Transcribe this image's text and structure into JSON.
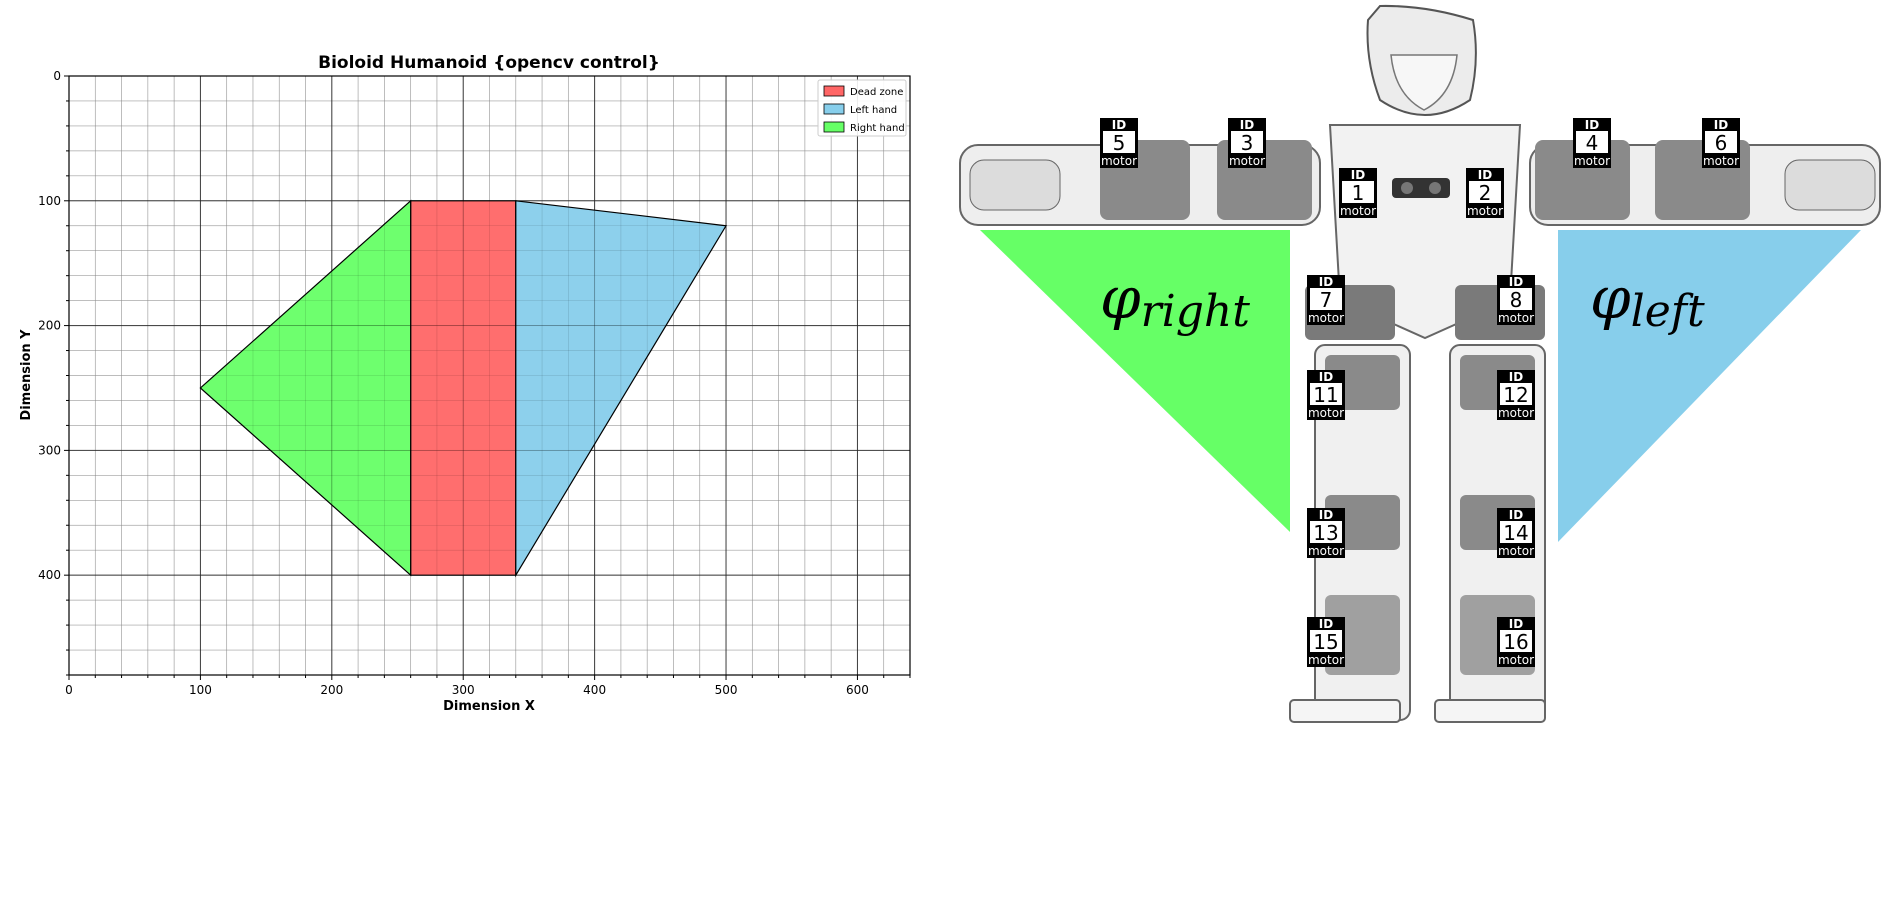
{
  "chart_data": {
    "type": "area",
    "title": "Bioloid Humanoid {opencv control}",
    "xlabel": "Dimension X",
    "ylabel": "Dimension Y",
    "xlim": [
      0,
      640
    ],
    "ylim": [
      480,
      0
    ],
    "y_inverted": true,
    "grid": "on",
    "minor_grid": "on",
    "legend_position": "top-right",
    "xticks": [
      0,
      100,
      200,
      300,
      400,
      500,
      600
    ],
    "yticks": [
      0,
      100,
      200,
      300,
      400
    ],
    "series": [
      {
        "name": "Dead zone",
        "color": "#ff6666",
        "points": [
          [
            260,
            100
          ],
          [
            340,
            100
          ],
          [
            340,
            400
          ],
          [
            260,
            400
          ]
        ]
      },
      {
        "name": "Left hand",
        "color": "#87ceeb",
        "points": [
          [
            340,
            100
          ],
          [
            500,
            120
          ],
          [
            340,
            400
          ]
        ]
      },
      {
        "name": "Right hand",
        "color": "#66ff66",
        "points": [
          [
            260,
            100
          ],
          [
            100,
            250
          ],
          [
            260,
            400
          ]
        ]
      }
    ]
  },
  "robot": {
    "motor_tags": [
      {
        "id": "5"
      },
      {
        "id": "3"
      },
      {
        "id": "4"
      },
      {
        "id": "6"
      },
      {
        "id": "1"
      },
      {
        "id": "2"
      },
      {
        "id": "7"
      },
      {
        "id": "8"
      },
      {
        "id": "11"
      },
      {
        "id": "12"
      },
      {
        "id": "13"
      },
      {
        "id": "14"
      },
      {
        "id": "15"
      },
      {
        "id": "16"
      }
    ],
    "tag_header": "ID",
    "tag_footer": "motor",
    "angle_right": {
      "symbol": "φ",
      "subscript": "right",
      "color": "#66ff66"
    },
    "angle_left": {
      "symbol": "φ",
      "subscript": "left",
      "color": "#87ceeb"
    }
  }
}
